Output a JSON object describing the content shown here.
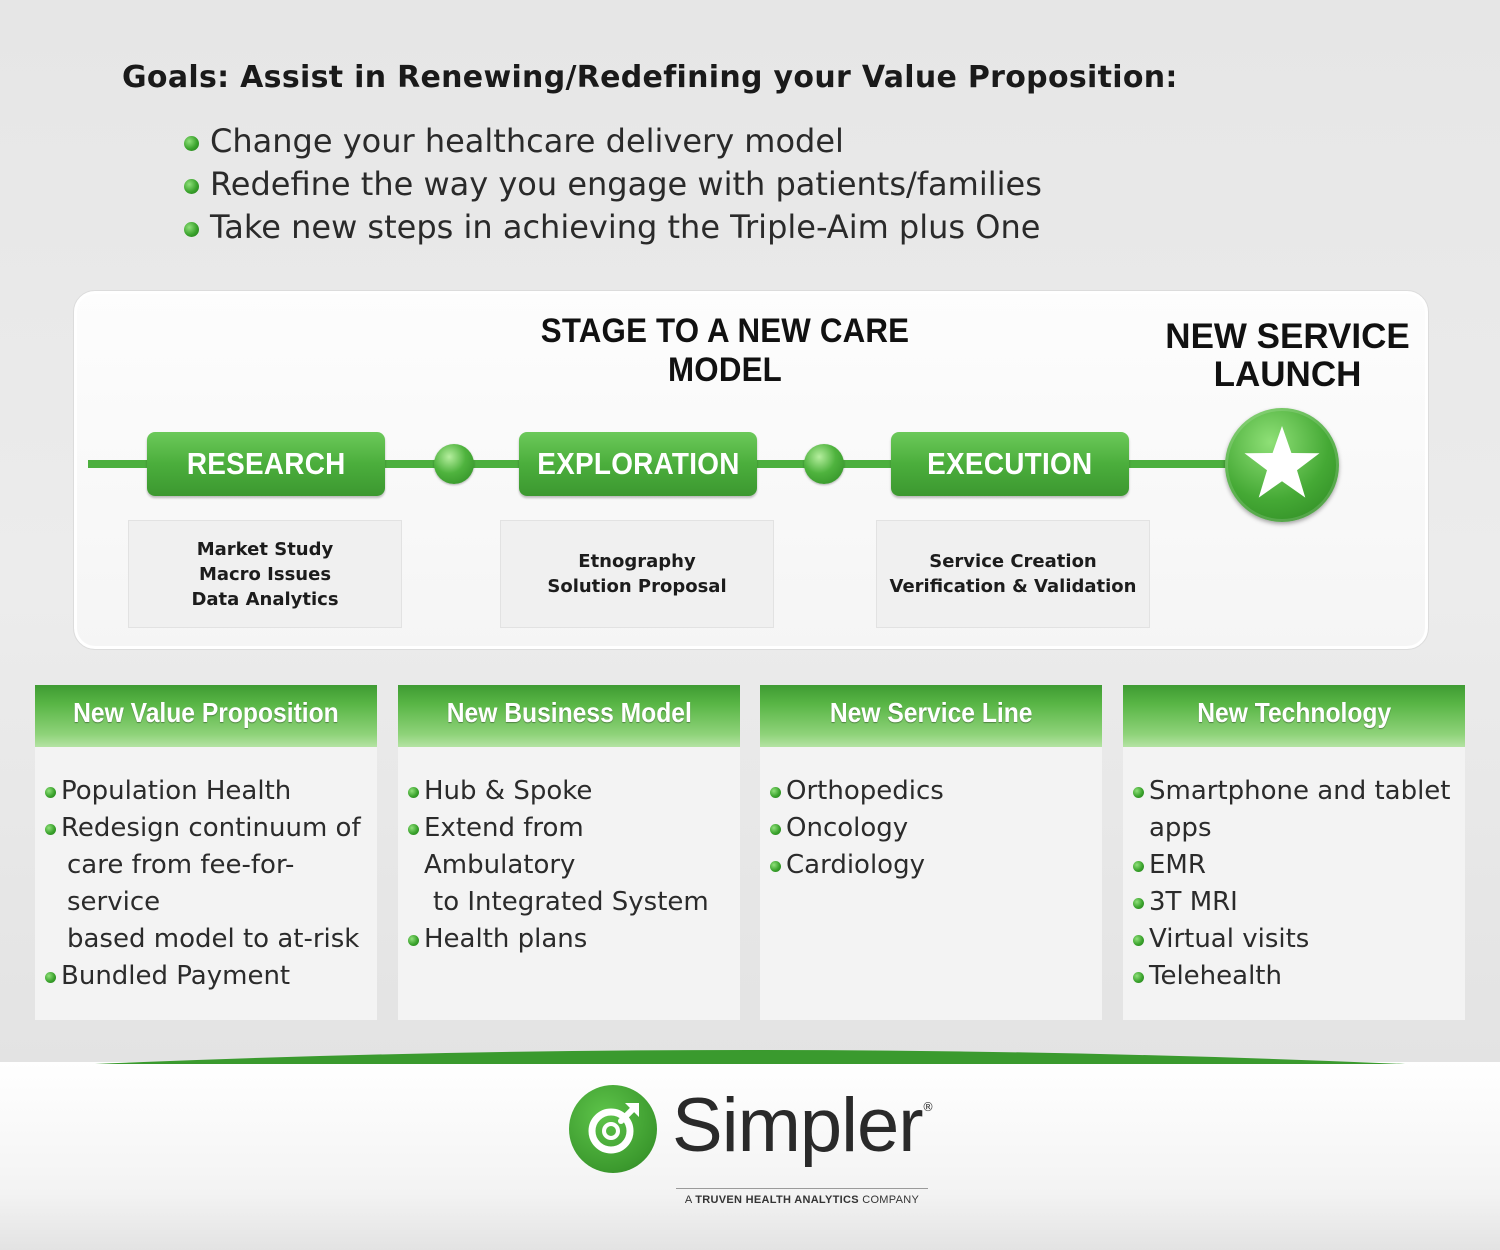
{
  "goals": {
    "title": "Goals: Assist in Renewing/Redefining your Value Proposition:",
    "items": [
      "Change your healthcare delivery model",
      "Redefine the way you engage with patients/families",
      "Take new steps in achieving the Triple-Aim plus One"
    ]
  },
  "stage": {
    "title": "STAGE TO A NEW CARE MODEL",
    "launch_title_line1": "NEW SERVICE",
    "launch_title_line2": "LAUNCH",
    "launch_icon": "star-icon",
    "phases": [
      {
        "label": "RESEARCH",
        "details": [
          "Market Study",
          "Macro Issues",
          "Data Analytics"
        ]
      },
      {
        "label": "EXPLORATION",
        "details": [
          "Etnography",
          "Solution Proposal"
        ]
      },
      {
        "label": "EXECUTION",
        "details": [
          "Service Creation",
          "Verification & Validation"
        ]
      }
    ]
  },
  "columns": [
    {
      "title": "New Value Proposition",
      "items": [
        {
          "line1": "Population Health"
        },
        {
          "line1": "Redesign continuum of",
          "line2": "care from fee-for-service",
          "line3": "based model to at-risk"
        },
        {
          "line1": "Bundled Payment"
        }
      ]
    },
    {
      "title": "New Business Model",
      "items": [
        {
          "line1": "Hub & Spoke"
        },
        {
          "line1": "Extend from Ambulatory",
          "line2": "to Integrated System"
        },
        {
          "line1": "Health plans"
        }
      ]
    },
    {
      "title": "New Service Line",
      "items": [
        {
          "line1": "Orthopedics"
        },
        {
          "line1": "Oncology"
        },
        {
          "line1": "Cardiology"
        }
      ]
    },
    {
      "title": "New Technology",
      "items": [
        {
          "line1": "Smartphone and tablet",
          "line2": "apps"
        },
        {
          "line1": "EMR"
        },
        {
          "line1": "3T MRI"
        },
        {
          "line1": "Virtual visits"
        },
        {
          "line1": "Telehealth"
        }
      ]
    }
  ],
  "footer": {
    "brand": "Simpler",
    "registered": "®",
    "tagline_prefix": "A",
    "tagline_bold": "TRUVEN HEALTH ANALYTICS",
    "tagline_suffix": "COMPANY",
    "logo_icon": "simpler-logo-icon"
  },
  "colors": {
    "accent_green": "#4caf3e",
    "dark_green": "#2c8a22",
    "background": "#e7e7e7"
  }
}
